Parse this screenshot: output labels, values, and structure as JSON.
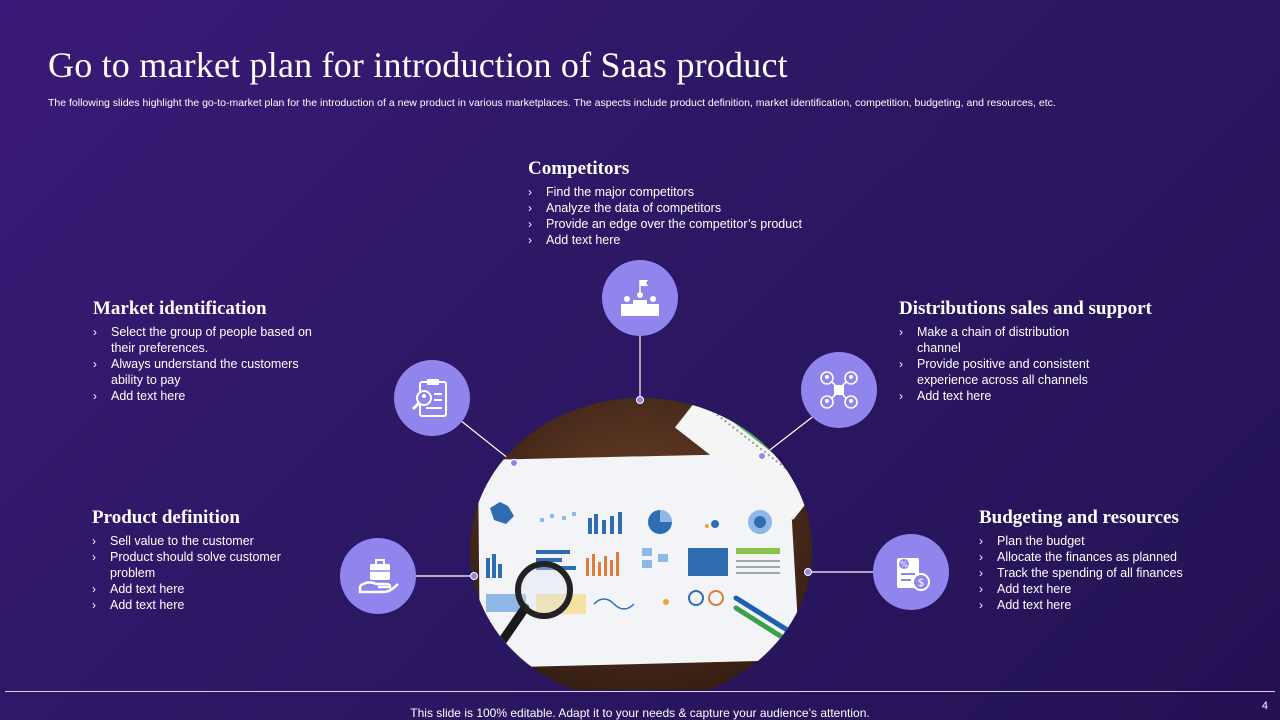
{
  "slide": {
    "title": "Go to market plan for introduction of Saas  product",
    "subtitle": "The following slides highlight the go-to-market plan for the introduction of a new product in various marketplaces. The aspects include product definition, market identification, competition, budgeting, and resources, etc.",
    "footer": "This slide is 100% editable. Adapt it to your needs & capture your audience’s attention.",
    "page_number": "4"
  },
  "colors": {
    "background": "#2e1866",
    "accent": "#8f85ec",
    "text": "#ffffff"
  },
  "center_image": {
    "icon": "dashboard-photo-with-magnifying-glass"
  },
  "sections": {
    "competitors": {
      "title": "Competitors",
      "icon": "podium-flag-icon",
      "items": [
        "Find the major competitors",
        "Analyze the data of competitors",
        "Provide  an edge over the competitor’s product",
        "Add text here"
      ]
    },
    "market_identification": {
      "title": "Market identification",
      "icon": "clipboard-search-icon",
      "items": [
        "Select the group of people based on their preferences.",
        "Always understand the customers ability to pay",
        "Add text here"
      ]
    },
    "distribution": {
      "title": "Distributions sales and support",
      "icon": "network-people-icon",
      "items": [
        "Make a chain of distribution channel",
        "Provide  positive and consistent experience across all channels",
        "Add text here"
      ]
    },
    "product_definition": {
      "title": "Product definition",
      "icon": "briefcase-hand-icon",
      "items": [
        "Sell value  to the customer",
        "Product should solve customer problem",
        "Add text here",
        "Add text here"
      ]
    },
    "budgeting": {
      "title": "Budgeting and resources",
      "icon": "budget-coins-icon",
      "items": [
        "Plan the budget",
        "Allocate the finances as planned",
        "Track the spending  of all finances",
        "Add text here",
        "Add text here"
      ]
    }
  }
}
